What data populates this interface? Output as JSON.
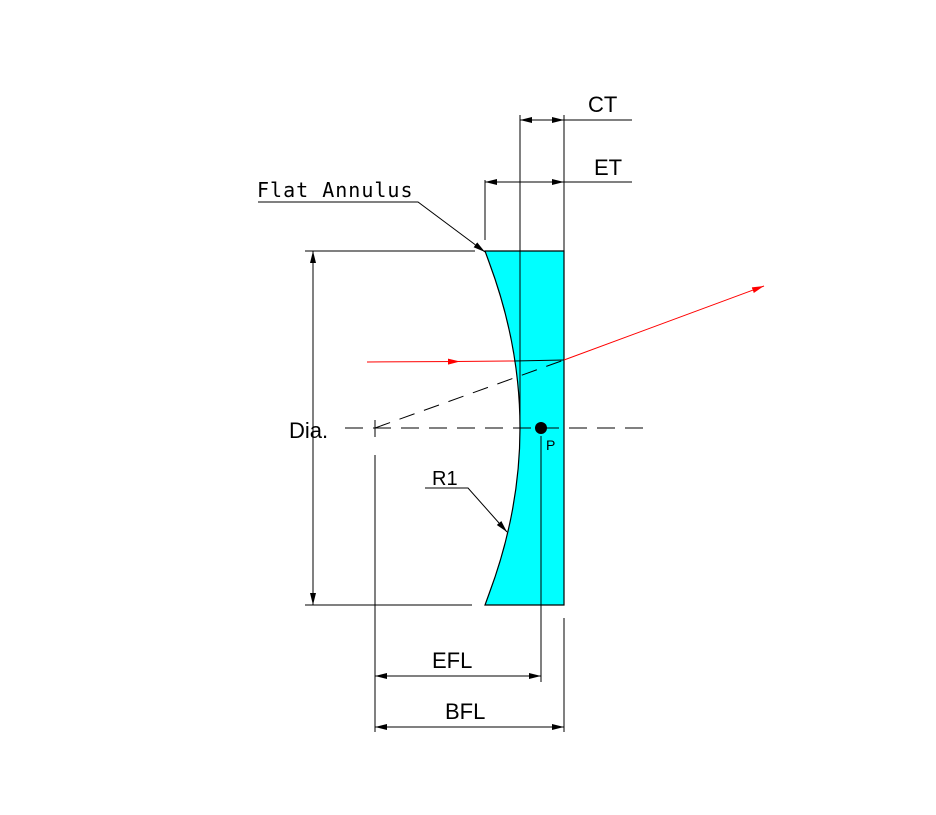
{
  "labels": {
    "ct": "CT",
    "et": "ET",
    "flat_annulus": "Flat Annulus",
    "dia": "Dia.",
    "p": "P",
    "r1": "R1",
    "efl": "EFL",
    "bfl": "BFL"
  },
  "colors": {
    "lens": "#00FFFF",
    "ray": "#FF0000",
    "line": "#000000"
  }
}
